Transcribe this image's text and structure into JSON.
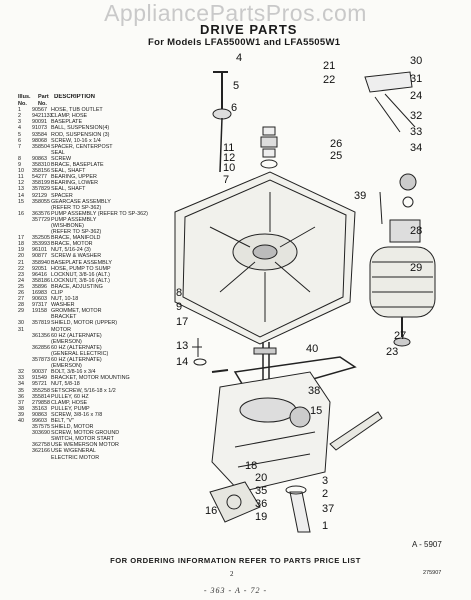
{
  "watermark": "AppliancePartsPros.com",
  "header": {
    "title": "DRIVE PARTS",
    "subtitle": "For Models LFA5500W1 and LFA5505W1"
  },
  "parts_list": {
    "col_illus": "Illus. No.",
    "col_part": "Part No.",
    "col_desc": "DESCRIPTION",
    "rows": [
      {
        "n": "1",
        "p": "90567",
        "d": "HOSE, TUB OUTLET"
      },
      {
        "n": "2",
        "p": "9421133",
        "d": "CLAMP, HOSE"
      },
      {
        "n": "3",
        "p": "90091",
        "d": "BASEPLATE"
      },
      {
        "n": "4",
        "p": "91073",
        "d": "BALL, SUSPENSION(4)"
      },
      {
        "n": "5",
        "p": "93584",
        "d": "ROD, SUSPENSION (3)"
      },
      {
        "n": "6",
        "p": "98068",
        "d": "SCREW, 10-16 x 1/4"
      },
      {
        "n": "7",
        "p": "358504",
        "d": "SPACER, CENTERPOST"
      },
      {
        "n": "",
        "p": "",
        "d": "SEAL"
      },
      {
        "n": "8",
        "p": "90863",
        "d": "SCREW"
      },
      {
        "n": "9",
        "p": "358310",
        "d": "BRACE, BASEPLATE"
      },
      {
        "n": "10",
        "p": "358156",
        "d": "SEAL, SHAFT"
      },
      {
        "n": "11",
        "p": "54277",
        "d": "BEARING, UPPER"
      },
      {
        "n": "12",
        "p": "358199",
        "d": "BEARING, LOWER"
      },
      {
        "n": "13",
        "p": "357829",
        "d": "SEAL, SHAFT"
      },
      {
        "n": "14",
        "p": "92129",
        "d": "SPACER"
      },
      {
        "n": "15",
        "p": "358055",
        "d": "GEARCASE ASSEMBLY"
      },
      {
        "n": "",
        "p": "",
        "d": "(REFER TO SP-362)"
      },
      {
        "n": "16",
        "p": "363576",
        "d": "PUMP ASSEMBLY (REFER TO SP-362)"
      },
      {
        "n": "",
        "p": "357729",
        "d": "PUMP ASSEMBLY"
      },
      {
        "n": "",
        "p": "",
        "d": "(WISHBONE)"
      },
      {
        "n": "",
        "p": "",
        "d": "(REFER TO SP-362)"
      },
      {
        "n": "17",
        "p": "352505",
        "d": "BRACE, MANIFOLD"
      },
      {
        "n": "18",
        "p": "353993",
        "d": "BRACE, MOTOR"
      },
      {
        "n": "19",
        "p": "96101",
        "d": "NUT, 5/16-24 (3)"
      },
      {
        "n": "20",
        "p": "90877",
        "d": "SCREW & WASHER"
      },
      {
        "n": "21",
        "p": "358940",
        "d": "BASEPLATE ASSEMBLY"
      },
      {
        "n": "22",
        "p": "92051",
        "d": "HOSE, PUMP TO SUMP"
      },
      {
        "n": "23",
        "p": "96416",
        "d": "LOCKNUT, 3/8-16 (ALT.)"
      },
      {
        "n": "24",
        "p": "358186",
        "d": "LOCKNUT, 3/8-16 (ALT.)"
      },
      {
        "n": "25",
        "p": "35896",
        "d": "BRACE, ADJUSTING"
      },
      {
        "n": "26",
        "p": "16983",
        "d": "CLIP"
      },
      {
        "n": "27",
        "p": "90603",
        "d": "NUT, 10-18"
      },
      {
        "n": "28",
        "p": "97317",
        "d": "WASHER"
      },
      {
        "n": "29",
        "p": "19158",
        "d": "GROMMET, MOTOR"
      },
      {
        "n": "",
        "p": "",
        "d": "BRACKET"
      },
      {
        "n": "30",
        "p": "357819",
        "d": "SHIELD, MOTOR (UPPER)"
      },
      {
        "n": "31",
        "p": "",
        "d": "MOTOR"
      },
      {
        "n": "",
        "p": "361356",
        "d": "60 HZ (ALTERNATE)"
      },
      {
        "n": "",
        "p": "",
        "d": "(EMERSON)"
      },
      {
        "n": "",
        "p": "362856",
        "d": "60 HZ (ALTERNATE)"
      },
      {
        "n": "",
        "p": "",
        "d": "(GENERAL ELECTRIC)"
      },
      {
        "n": "",
        "p": "357873",
        "d": "60 HZ (ALTERNATE)"
      },
      {
        "n": "",
        "p": "",
        "d": "(EMERSON)"
      },
      {
        "n": "32",
        "p": "90037",
        "d": "BOLT, 3/8-16 x 3/4"
      },
      {
        "n": "33",
        "p": "91549",
        "d": "BRACKET, MOTOR MOUNTING"
      },
      {
        "n": "34",
        "p": "95721",
        "d": "NUT, 5/8-18"
      },
      {
        "n": "35",
        "p": "355258",
        "d": "SETSCREW, 5/16-18 x 1/2"
      },
      {
        "n": "36",
        "p": "355814",
        "d": "PULLEY, 60 HZ"
      },
      {
        "n": "37",
        "p": "279858",
        "d": "CLAMP, HOSE"
      },
      {
        "n": "38",
        "p": "35163",
        "d": "PULLEY, PUMP"
      },
      {
        "n": "39",
        "p": "90863",
        "d": "SCREW, 3/8-16 x 7/8"
      },
      {
        "n": "40",
        "p": "99603",
        "d": "BELT, \"V\""
      },
      {
        "n": "",
        "p": "357575",
        "d": "SHIELD, MOTOR"
      },
      {
        "n": "",
        "p": "303690",
        "d": "SCREW, MOTOR GROUND"
      },
      {
        "n": "",
        "p": "",
        "d": "SWITCH, MOTOR START"
      },
      {
        "n": "",
        "p": "362758",
        "d": "USE W/EMERSON MOTOR"
      },
      {
        "n": "",
        "p": "362166",
        "d": "USE W/GENERAL"
      },
      {
        "n": "",
        "p": "",
        "d": "ELECTRIC MOTOR"
      }
    ]
  },
  "callouts": {
    "c1": "1",
    "c2": "2",
    "c3": "3",
    "c4": "4",
    "c5": "5",
    "c6": "6",
    "c7": "7",
    "c8": "8",
    "c9": "9",
    "c10": "10",
    "c11": "11",
    "c12": "12",
    "c13": "13",
    "c14": "14",
    "c15": "15",
    "c16": "16",
    "c17": "17",
    "c18": "18",
    "c19": "19",
    "c20": "20",
    "c21": "21",
    "c22": "22",
    "c23": "23",
    "c24": "24",
    "c25": "25",
    "c26": "26",
    "c27": "27",
    "c28": "28",
    "c29": "29",
    "c30": "30",
    "c31": "31",
    "c32": "32",
    "c33": "33",
    "c34": "34",
    "c35": "35",
    "c36": "36",
    "c37": "37",
    "c38": "38",
    "c39": "39",
    "c40": "40"
  },
  "diagram_code": "A - 5907",
  "footer": "FOR ORDERING INFORMATION REFER TO PARTS PRICE LIST",
  "page_number": "2",
  "catalog_number": "275907",
  "bottom_code": "- 363 - A - 72 -"
}
